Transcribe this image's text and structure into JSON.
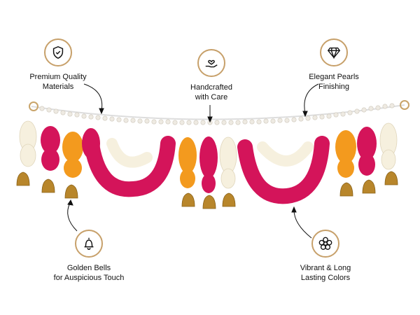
{
  "features": [
    {
      "icon": "shield-check-icon",
      "line1": "Premium Quality",
      "line2": "Materials"
    },
    {
      "icon": "hand-heart-icon",
      "line1": "Handcrafted",
      "line2": "with Care"
    },
    {
      "icon": "diamond-icon",
      "line1": "Elegant Pearls",
      "line2": "Finishing"
    },
    {
      "icon": "bell-icon",
      "line1": "Golden Bells",
      "line2": "for Auspicious Touch"
    },
    {
      "icon": "flower-icon",
      "line1": "Vibrant & Long",
      "line2": "Lasting Colors"
    }
  ],
  "colors": {
    "accent_gold": "#c7a06a",
    "magenta": "#d4145a",
    "orange": "#f39a1e",
    "ivory": "#f6f0de",
    "bell_gold": "#b8862b",
    "pearl": "#eeeae2"
  }
}
